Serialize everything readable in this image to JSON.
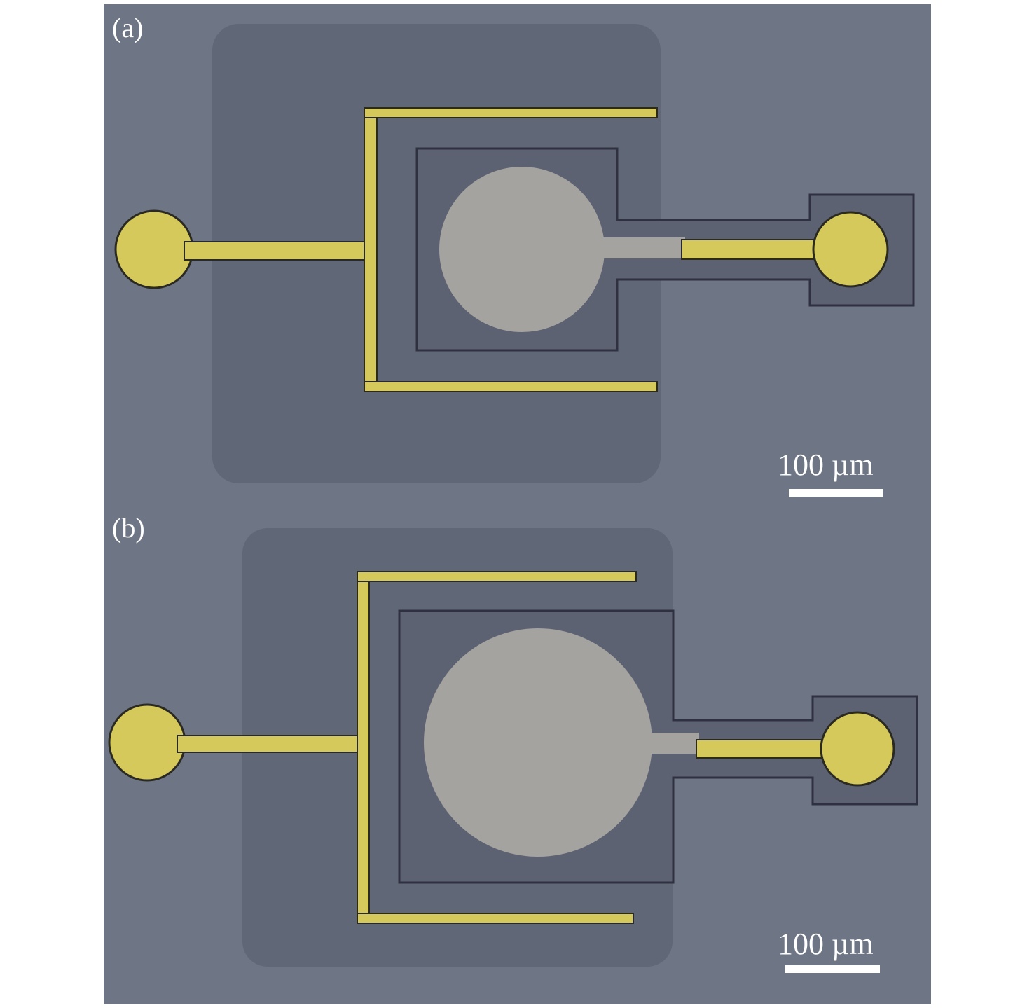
{
  "panels": [
    {
      "label": "(a)",
      "scale_label": "100 µm"
    },
    {
      "label": "(b)",
      "scale_label": "100 µm"
    }
  ],
  "colors": {
    "background": "#6e7584",
    "substrate_square": "#5f6675",
    "gold": "#d6c95c",
    "gold_edge": "#2a2a22",
    "membrane": "#a4a39f",
    "trench_outline": "#2f3040",
    "inner_square": "#5c6272"
  }
}
